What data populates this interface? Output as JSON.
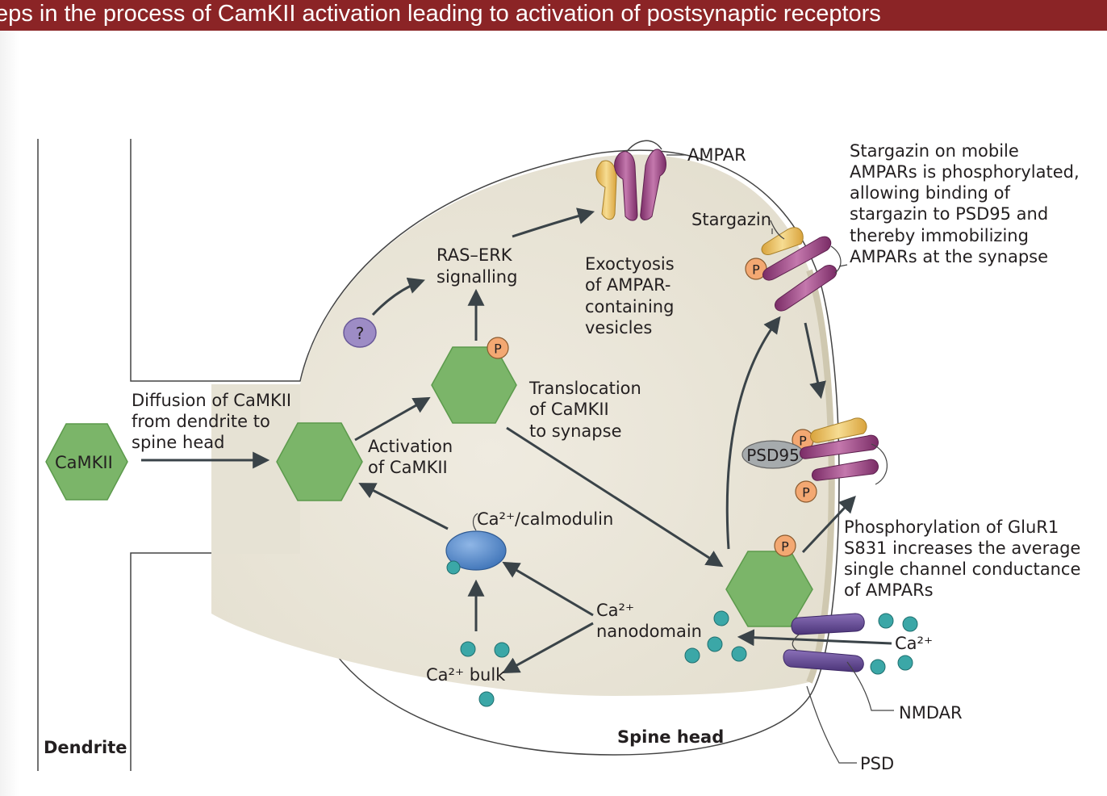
{
  "title": "teps in the process of CamKII activation leading to activation of postsynaptic receptors",
  "labels": {
    "camkii": "CaMKII",
    "diffusion": [
      "Diffusion of CaMKII",
      "from dendrite to",
      "spine head"
    ],
    "activation": [
      "Activation",
      "of CaMKII"
    ],
    "ras_erk": [
      "RAS–ERK",
      "signalling"
    ],
    "translocation": [
      "Translocation",
      "of CaMKII",
      "to synapse"
    ],
    "exocytosis": [
      "Exoctyosis",
      "of AMPAR-",
      "containing",
      "vesicles"
    ],
    "ampar": "AMPAR",
    "stargazin": "Stargazin",
    "stargazin_note": [
      "Stargazin on mobile",
      "AMPARs is phosphorylated,",
      "allowing binding of",
      "stargazin to PSD95 and",
      "thereby immobilizing",
      "AMPARs at the synapse"
    ],
    "psd95": "PSD95",
    "glur1_note": [
      "Phosphorylation of GluR1",
      "S831 increases the average",
      "single channel conductance",
      "of AMPARs"
    ],
    "ca_calmodulin": "Ca²⁺/calmodulin",
    "ca_nanodomain": [
      "Ca²⁺",
      "nanodomain"
    ],
    "ca_bulk": "Ca²⁺ bulk",
    "ca2": "Ca²⁺",
    "nmdar": "NMDAR",
    "psd": "PSD",
    "spine_head": "Spine head",
    "dendrite": "Dendrite",
    "unknown": "?",
    "phospho": "P"
  },
  "colors": {
    "title_bar": "#8b2426",
    "spine_fill": "#ebe7da",
    "hexagon": "#7bb569",
    "calmodulin": "#4d85c8",
    "ion": "#3ba7a7",
    "ampar": "#9a3d7f",
    "stargazin": "#e9bf55",
    "nmdar": "#6a4b98",
    "psd95": "#a6abad",
    "phospho": "#f3a872",
    "unknown": "#9d8cc5"
  }
}
